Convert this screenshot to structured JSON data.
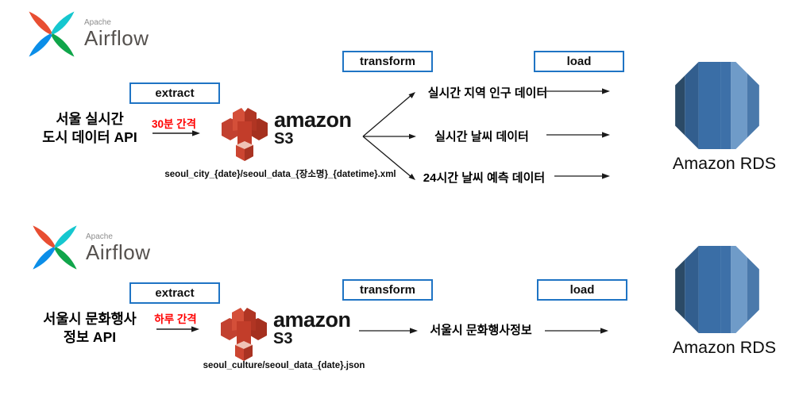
{
  "colors": {
    "stage_box_border": "#1f74c4",
    "interval_text": "#ff0000",
    "arrow": "#1a1a1a",
    "s3_red": "#c23d2a",
    "rds_blue": "#3a6ea6",
    "airflow_red": "#e84e32",
    "airflow_teal": "#15c7cf",
    "airflow_green": "#10a54a",
    "airflow_blue": "#0b8ee8"
  },
  "icons": [
    "airflow-pinwheel-icon",
    "amazon-s3-bucket-icon",
    "amazon-rds-database-icon",
    "flow-arrow-icon"
  ],
  "pipelines": [
    {
      "airflow_brand": {
        "top": "Apache",
        "name": "Airflow"
      },
      "source_api": {
        "line1": "서울 실시간",
        "line2": "도시 데이터 API"
      },
      "steps": {
        "extract": "extract",
        "transform": "transform",
        "load": "load"
      },
      "interval": "30분 간격",
      "s3_brand": {
        "name": "amazon",
        "service": "S3"
      },
      "s3_object_path": "seoul_city_{date}/seoul_data_{장소명}_{datetime}.xml",
      "transform_outputs": [
        "실시간 지역 인구 데이터",
        "실시간 날씨 데이터",
        "24시간 날씨 예측 데이터"
      ],
      "destination": "Amazon RDS"
    },
    {
      "airflow_brand": {
        "top": "Apache",
        "name": "Airflow"
      },
      "source_api": {
        "line1": "서울시 문화행사",
        "line2": "정보 API"
      },
      "steps": {
        "extract": "extract",
        "transform": "transform",
        "load": "load"
      },
      "interval": "하루 간격",
      "s3_brand": {
        "name": "amazon",
        "service": "S3"
      },
      "s3_object_path": "seoul_culture/seoul_data_{date}.json",
      "transform_outputs": [
        "서울시 문화행사정보"
      ],
      "destination": "Amazon RDS"
    }
  ]
}
